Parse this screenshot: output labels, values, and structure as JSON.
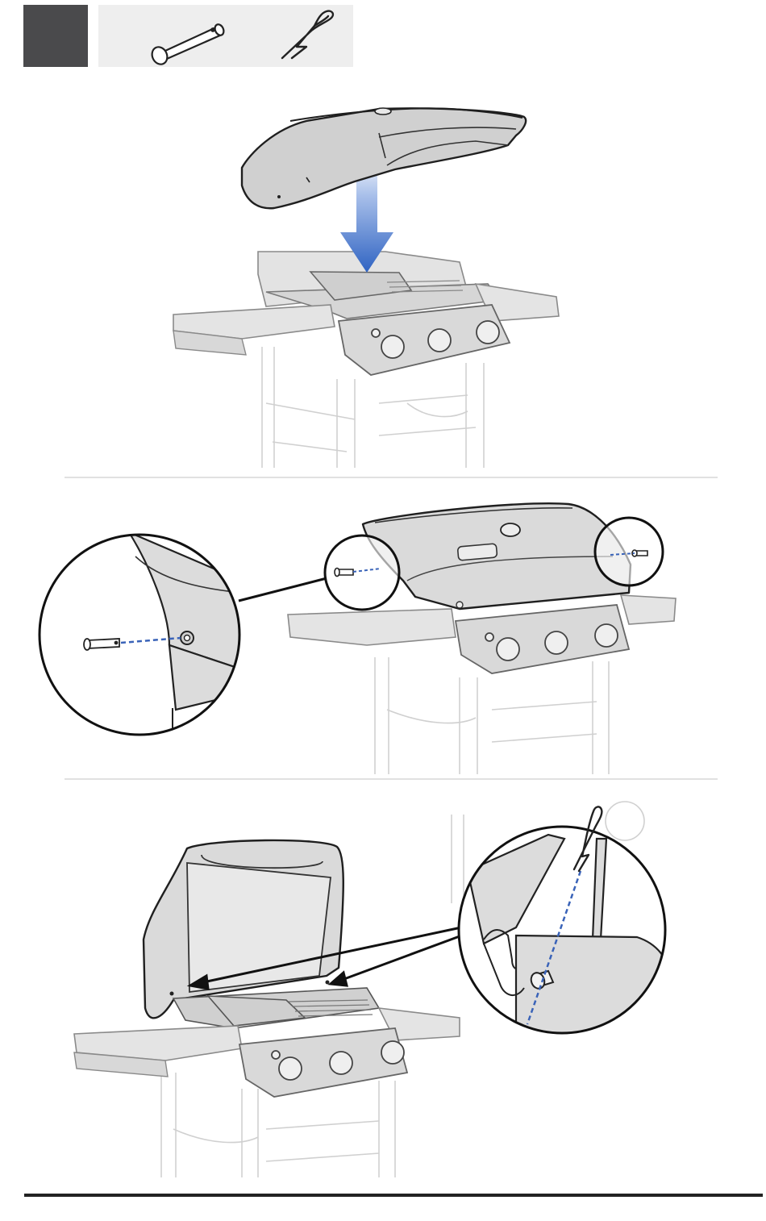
{
  "header": {
    "step_block_color": "#4a4a4c",
    "parts": [
      {
        "icon": "hinge-pin-icon"
      },
      {
        "icon": "hair-pin-clip-icon"
      }
    ]
  },
  "panels": [
    {
      "name": "panel-lid-placement",
      "icons": [
        "lid-icon",
        "down-arrow-icon",
        "grill-body-icon"
      ]
    },
    {
      "name": "panel-hinge-pin-insert",
      "icons": [
        "closed-grill-icon",
        "detail-callout-left",
        "detail-callout-right",
        "magnified-hinge-detail"
      ]
    },
    {
      "name": "panel-clip-insert",
      "icons": [
        "open-grill-icon",
        "magnified-clip-detail"
      ]
    }
  ],
  "colors": {
    "arrow_blue": "#3a6fc4",
    "dash_blue": "#3a63b8",
    "grill_gray": "#dcdcdc",
    "line_dark": "#222222",
    "ghost_line": "#c9c9c9"
  }
}
